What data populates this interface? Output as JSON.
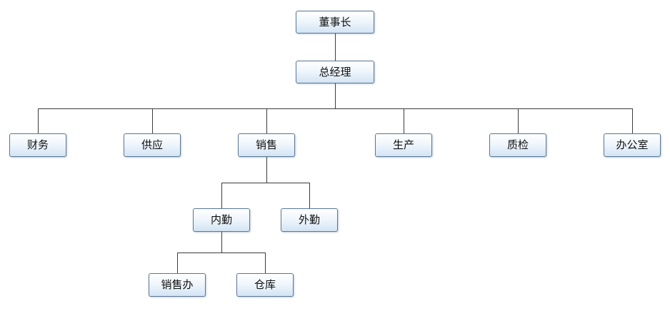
{
  "org_chart": {
    "nodes": [
      {
        "id": "chairman",
        "label": "董事长"
      },
      {
        "id": "gm",
        "label": "总经理"
      },
      {
        "id": "finance",
        "label": "财务"
      },
      {
        "id": "supply",
        "label": "供应"
      },
      {
        "id": "sales",
        "label": "销售"
      },
      {
        "id": "production",
        "label": "生产"
      },
      {
        "id": "qc",
        "label": "质检"
      },
      {
        "id": "office",
        "label": "办公室"
      },
      {
        "id": "internal",
        "label": "内勤"
      },
      {
        "id": "external",
        "label": "外勤"
      },
      {
        "id": "sales_office",
        "label": "销售办"
      },
      {
        "id": "warehouse",
        "label": "仓库"
      }
    ],
    "edges": [
      [
        "chairman",
        "gm"
      ],
      [
        "gm",
        "finance"
      ],
      [
        "gm",
        "supply"
      ],
      [
        "gm",
        "sales"
      ],
      [
        "gm",
        "production"
      ],
      [
        "gm",
        "qc"
      ],
      [
        "gm",
        "office"
      ],
      [
        "sales",
        "internal"
      ],
      [
        "sales",
        "external"
      ],
      [
        "internal",
        "sales_office"
      ],
      [
        "internal",
        "warehouse"
      ]
    ],
    "colors": {
      "connector": "#3c3c3c",
      "border": "#5a7895",
      "fill_top": "#ffffff",
      "fill_bottom": "#d3e4f4"
    }
  }
}
